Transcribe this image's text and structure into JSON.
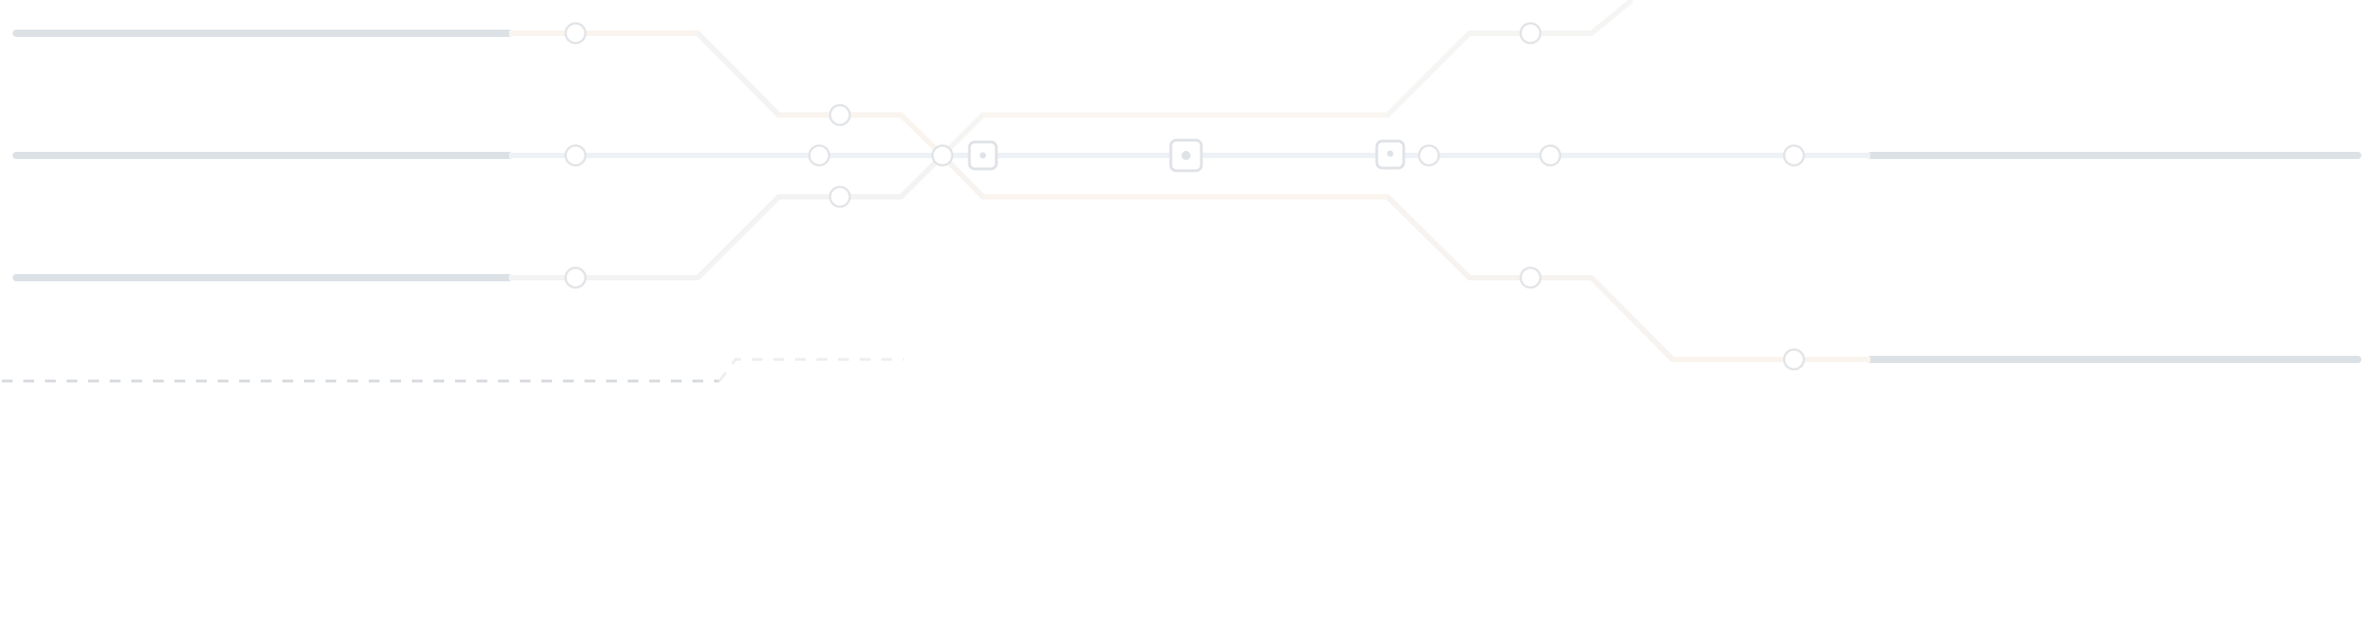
{
  "colors": {
    "background": "#ffffff",
    "terminal_bar": "#dce1e6",
    "main_line": "#eef2f6",
    "warm_line": "#faf4ef",
    "neutral_line": "#f3f3f3",
    "node_stroke": "#e2e4e7",
    "node_fill": "#ffffff",
    "square_stroke": "#dfe2e6",
    "square_dot": "#dfe2e6",
    "dashed_line": "#d6dade",
    "faded_dashed": "#eeeeee"
  },
  "diagram": {
    "kind": "pipeline-track-map",
    "left_terminals": [
      "terminal-bar-left-top",
      "terminal-bar-left-middle",
      "terminal-bar-left-bottom"
    ],
    "right_terminals": [
      "terminal-bar-right-middle",
      "terminal-bar-right-bottom"
    ],
    "stations": 14,
    "switch_blocks": 3
  }
}
